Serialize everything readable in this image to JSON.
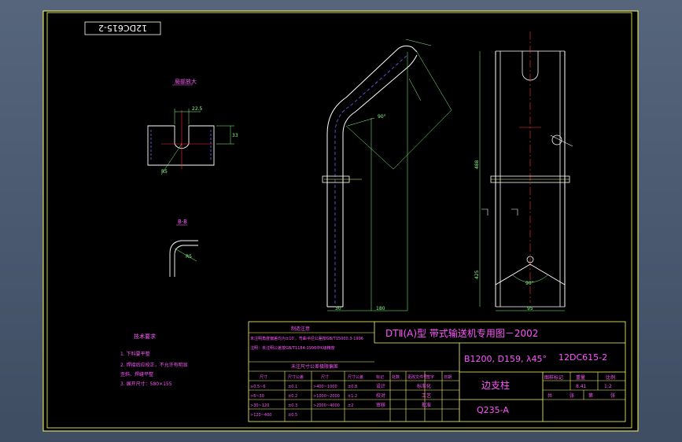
{
  "drawing": {
    "number_tag": "12DC615-2",
    "view_label_top": "局部放大",
    "section_label": "B-B",
    "dims": {
      "left_width": "30",
      "left_width2": "180",
      "right_width": "95",
      "height_main": "488",
      "height_lower": "425",
      "slot": "22.5",
      "slot_h": "33",
      "angle": "90°",
      "inner_r": "R5"
    },
    "tech_requirements": {
      "title": "技术要求",
      "lines": [
        "1. 下料要平整",
        "2. 焊接后应校正，不允许有明显",
        "   歪斜、焊缝平整",
        "3. 展开尺寸：580×155"
      ]
    }
  },
  "titleblock": {
    "header": "DTⅡ(A)型  带式输送机专用图－2002",
    "spec": "B1200, D159, λ45°",
    "code": "12DC615-2",
    "part_name": "边支柱",
    "material": "Q235-A",
    "scale_head": [
      "图样标记",
      "重量",
      "比例"
    ],
    "scale_vals": [
      "",
      "8.41",
      "1:2"
    ],
    "sheet_cells": [
      "共",
      "张",
      "第",
      "张"
    ],
    "sign_headers": [
      "标记",
      "处数",
      "更改文件号",
      "签字",
      "日期"
    ],
    "sign_rows": [
      "设计",
      "校对",
      "审核",
      "标准化",
      "工艺",
      "批准"
    ],
    "notes_title": "制造注意",
    "notes_lines": [
      "未注明角度偏差均为±10′，弯曲半径公差按GB/T15000.3-1996",
      "注明：未注明公差按GB/T1184-1996中K级精度"
    ],
    "tol_title": "未注尺寸公差极限偏差",
    "tol_headers": [
      "尺寸",
      "尺寸公差",
      "尺寸",
      "尺寸公差"
    ],
    "tol_rows": [
      [
        "≥0.5~6",
        "±0.1",
        ">400~1000",
        "±0.8"
      ],
      [
        ">6~30",
        "±0.2",
        ">1000~2000",
        "±1.2"
      ],
      [
        ">30~120",
        "±0.3",
        ">2000~4000",
        "±2"
      ],
      [
        ">120~400",
        "±0.5",
        "",
        ""
      ]
    ]
  }
}
